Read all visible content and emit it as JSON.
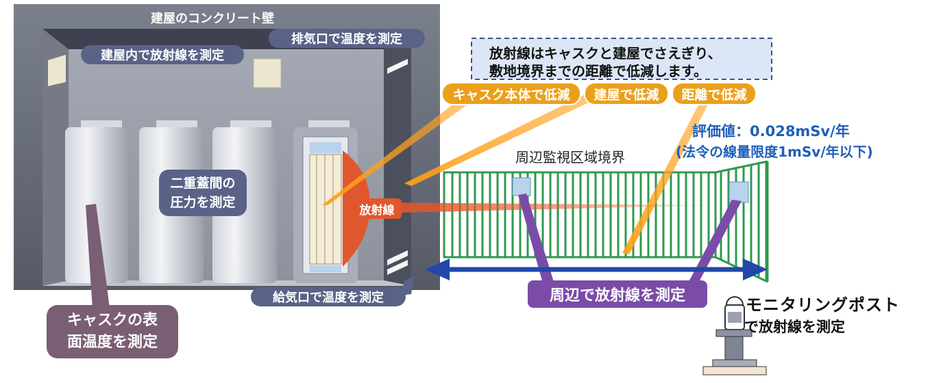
{
  "labels": {
    "building_wall": "建屋のコンクリート壁",
    "exhaust_temp": "排気口で温度を測定",
    "indoor_radiation": "建屋内で放射線を測定",
    "lid_pressure_1": "二重蓋間の",
    "lid_pressure_2": "圧力を測定",
    "radiation": "放射線",
    "intake_temp": "給気口で温度を測定",
    "cask_surface_1": "キャスクの表",
    "cask_surface_2": "面温度を測定",
    "info_line_1": "放射線はキャスクと建屋でさえぎり、",
    "info_line_2": "敷地境界までの距離で低減します。",
    "reduce_cask": "キャスク本体で低減",
    "reduce_building": "建屋で低減",
    "reduce_distance": "距離で低減",
    "evaluation_1": "評価値：0.028mSv/年",
    "evaluation_2": "(法令の線量限度1mSv/年以下)",
    "boundary": "周辺監視区域境界",
    "perimeter_radiation": "周辺で放射線を測定",
    "monitoring_1": "モニタリングポスト",
    "monitoring_2": "で放射線を測定"
  },
  "colors": {
    "building": "#6a6f7c",
    "label_slate": "#5a6287",
    "label_orange": "#eaa01c",
    "fence": "#2d9a4c",
    "radiation": "#e0572d",
    "arrow": "#2148a8",
    "evaluation_text": "#1f5fb8",
    "purple_line": "#7a4ca8",
    "cask_label": "#7a5e74"
  },
  "icons": [
    "double-arrow-icon",
    "monitoring-post-icon",
    "vent-icon",
    "sensor-icon"
  ]
}
